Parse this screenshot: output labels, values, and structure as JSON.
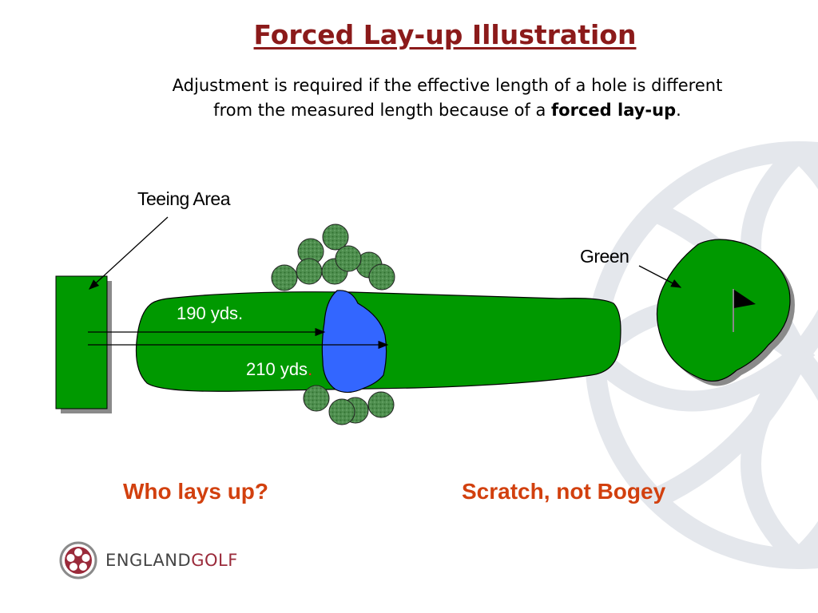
{
  "title": "Forced Lay-up  Illustration",
  "subtitle": {
    "line1": "Adjustment is required if the effective length of a hole is different",
    "line2_prefix": "from the measured length because of a ",
    "line2_bold": "forced lay-up",
    "line2_suffix": "."
  },
  "labels": {
    "teeing_area": "Teeing Area",
    "green": "Green",
    "dist_short": "190 yds.",
    "dist_long": "210 yds",
    "dist_long_dot": "."
  },
  "questions": {
    "left": "Who lays up?",
    "right": "Scratch, not Bogey"
  },
  "brand": {
    "england": "ENGLAND",
    "golf": "GOLF"
  },
  "colors": {
    "fairway": "#009900",
    "water": "#3366ff",
    "trees": "#4a8a4a",
    "title": "#8b1a1a",
    "question": "#d2400e"
  },
  "icons": [
    "flag-icon",
    "rose-logo-icon"
  ]
}
